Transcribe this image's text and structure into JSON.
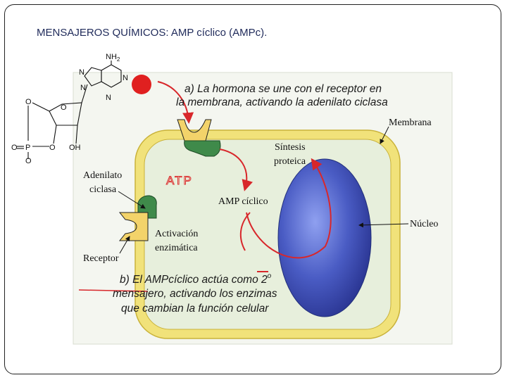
{
  "slide": {
    "title": "MENSAJEROS  QUÍMICOS: AMP cíclico (AMPc)."
  },
  "diagram": {
    "step_a_line1": "a) La hormona se une con el receptor en",
    "step_a_line2": "la membrana, activando la adenilato ciclasa",
    "step_b_line1": "b) El AMPcíclico actúa como 2",
    "step_b_sup": "o",
    "step_b_line2": "mensajero, activando los enzimas",
    "step_b_line3": "que cambian la función celular",
    "membrana": "Membrana",
    "sintesis_line1": "Síntesis",
    "sintesis_line2": "proteica",
    "adenilato_line1": "Adenilato",
    "adenilato_line2": "ciclasa",
    "atp": "ATP",
    "amp_ciclico": "AMP cíclico",
    "activacion_line1": "Activación",
    "activacion_line2": "enzimática",
    "nucleo": "Núcleo",
    "receptor": "Receptor"
  },
  "molecule": {
    "nh2": "NH",
    "nh2_sub": "2",
    "n_labels": [
      "N",
      "N",
      "N",
      "N"
    ],
    "o_ring": "O",
    "o_left": "O",
    "o_p": "O",
    "p": "P",
    "o_bottom": "O",
    "o_link": "O",
    "oh": "OH"
  },
  "colors": {
    "title": "#1f2a5a",
    "cell_fill": "#e7efdc",
    "membrane": "#f1e27a",
    "nucleus": "#4a5cc4",
    "hormone": "#e02020",
    "arrow": "#d8272b",
    "receptor": "#f3d36a",
    "enzyme": "#3f8a4a"
  }
}
